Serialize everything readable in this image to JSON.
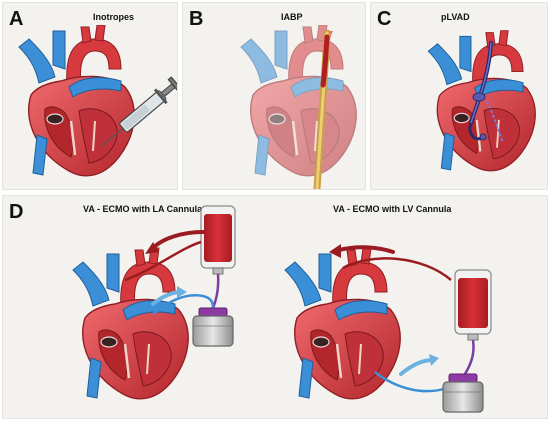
{
  "panels": {
    "a": {
      "letter": "A",
      "title": "Inotropes"
    },
    "b": {
      "letter": "B",
      "title": "IABP"
    },
    "c": {
      "letter": "C",
      "title": "pLVAD"
    },
    "d": {
      "letter": "D",
      "left_title": "VA - ECMO with LA Cannula",
      "right_title": "VA - ECMO with LV Cannula"
    }
  },
  "colors": {
    "aorta": "#d63a3e",
    "heart_red": "#e0454b",
    "heart_dark": "#a8262c",
    "vein_blue": "#3b8fd6",
    "pale_pink": "#efc8c8",
    "blood_bag": "#c0232a",
    "tube_purple": "#7a3ea0",
    "arrow_red": "#9b1c20",
    "arrow_blue": "#6cb2e0"
  },
  "icons": {
    "syringe": "syringe-icon",
    "balloon_catheter": "balloon-catheter-icon",
    "impella_pump": "impella-pump-icon",
    "blood_bag": "blood-bag-icon",
    "pump_console": "pump-console-icon"
  }
}
